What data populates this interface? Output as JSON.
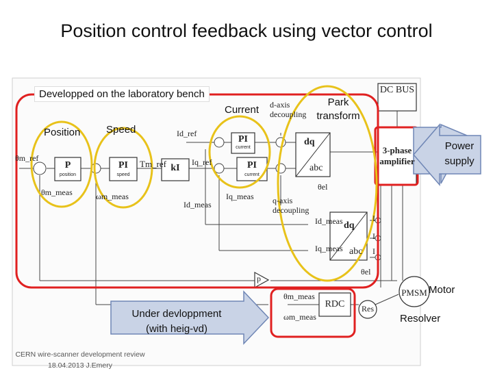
{
  "title": "Position control feedback using vector control",
  "labels": {
    "lab_bench": "Developped on the laboratory bench",
    "position": "Position",
    "speed": "Speed",
    "current": "Current",
    "park_transform": "Park transform",
    "power_supply": "Power supply",
    "motor": "Motor",
    "resolver": "Resolver",
    "under_development": "Under devloppment (with heig-vd)"
  },
  "footer": {
    "line1": "CERN wire-scanner development review",
    "line2": "18.04.2013 J.Emery"
  },
  "blocks": {
    "dc_bus": "DC BUS",
    "amplifier": "3-phase amplifier",
    "pi": "PI",
    "p": "P",
    "ki": "kI",
    "dq": "dq",
    "abc": "abc",
    "rdc": "RDC",
    "res": "Res",
    "pmsm": "PMSM",
    "position_sub": "position",
    "speed_sub": "speed",
    "current_sub": "current",
    "p_gain": "p"
  },
  "signals": {
    "theta_ref": "θm_ref",
    "theta_meas": "θm_meas",
    "omega_meas": "ωm_meas",
    "tm_ref": "Tm_ref",
    "id_ref": "Id_ref",
    "iq_ref": "Iq_ref",
    "id_meas": "Id_meas",
    "iq_meas": "Iq_meas",
    "d_axis": "d-axis decoupling",
    "q_axis": "q-axis decoupling",
    "theta_el": "θel",
    "theta_m_meas_out": "θm_meas",
    "omega_m_meas_out": "ωm_meas",
    "ia": "I",
    "ib": "I",
    "ic": "I"
  },
  "colors": {
    "highlight_red": "#e02020",
    "highlight_yellow": "#e8c21a",
    "arrow_fill": "#c9d3e6",
    "arrow_stroke": "#6f86b5",
    "power_border": "#c0392b"
  }
}
